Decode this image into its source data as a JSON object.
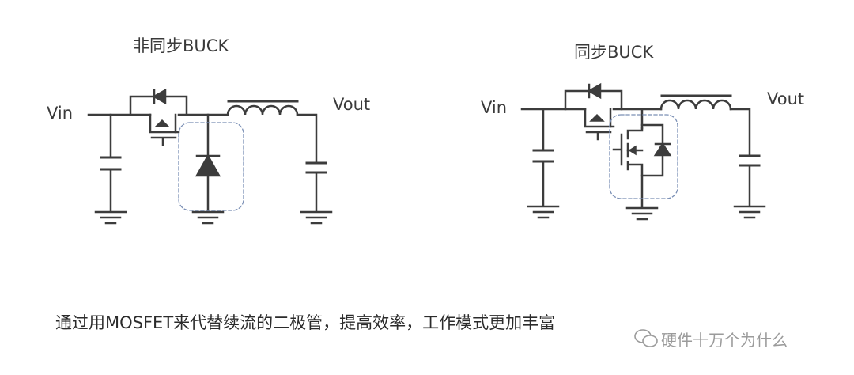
{
  "left_circuit": {
    "title": "非同步BUCK",
    "vin": "Vin",
    "vout": "Vout"
  },
  "right_circuit": {
    "title": "同步BUCK",
    "vin": "Vin",
    "vout": "Vout"
  },
  "caption": "通过用MOSFET来代替续流的二极管，提高效率，工作模式更加丰富",
  "watermark": "硬件十万个为什么",
  "colors": {
    "wire": "#3c3c3c",
    "highlight_box": "#7a8fb5",
    "text": "#333333"
  },
  "icons": [
    "wechat-logo-icon"
  ]
}
